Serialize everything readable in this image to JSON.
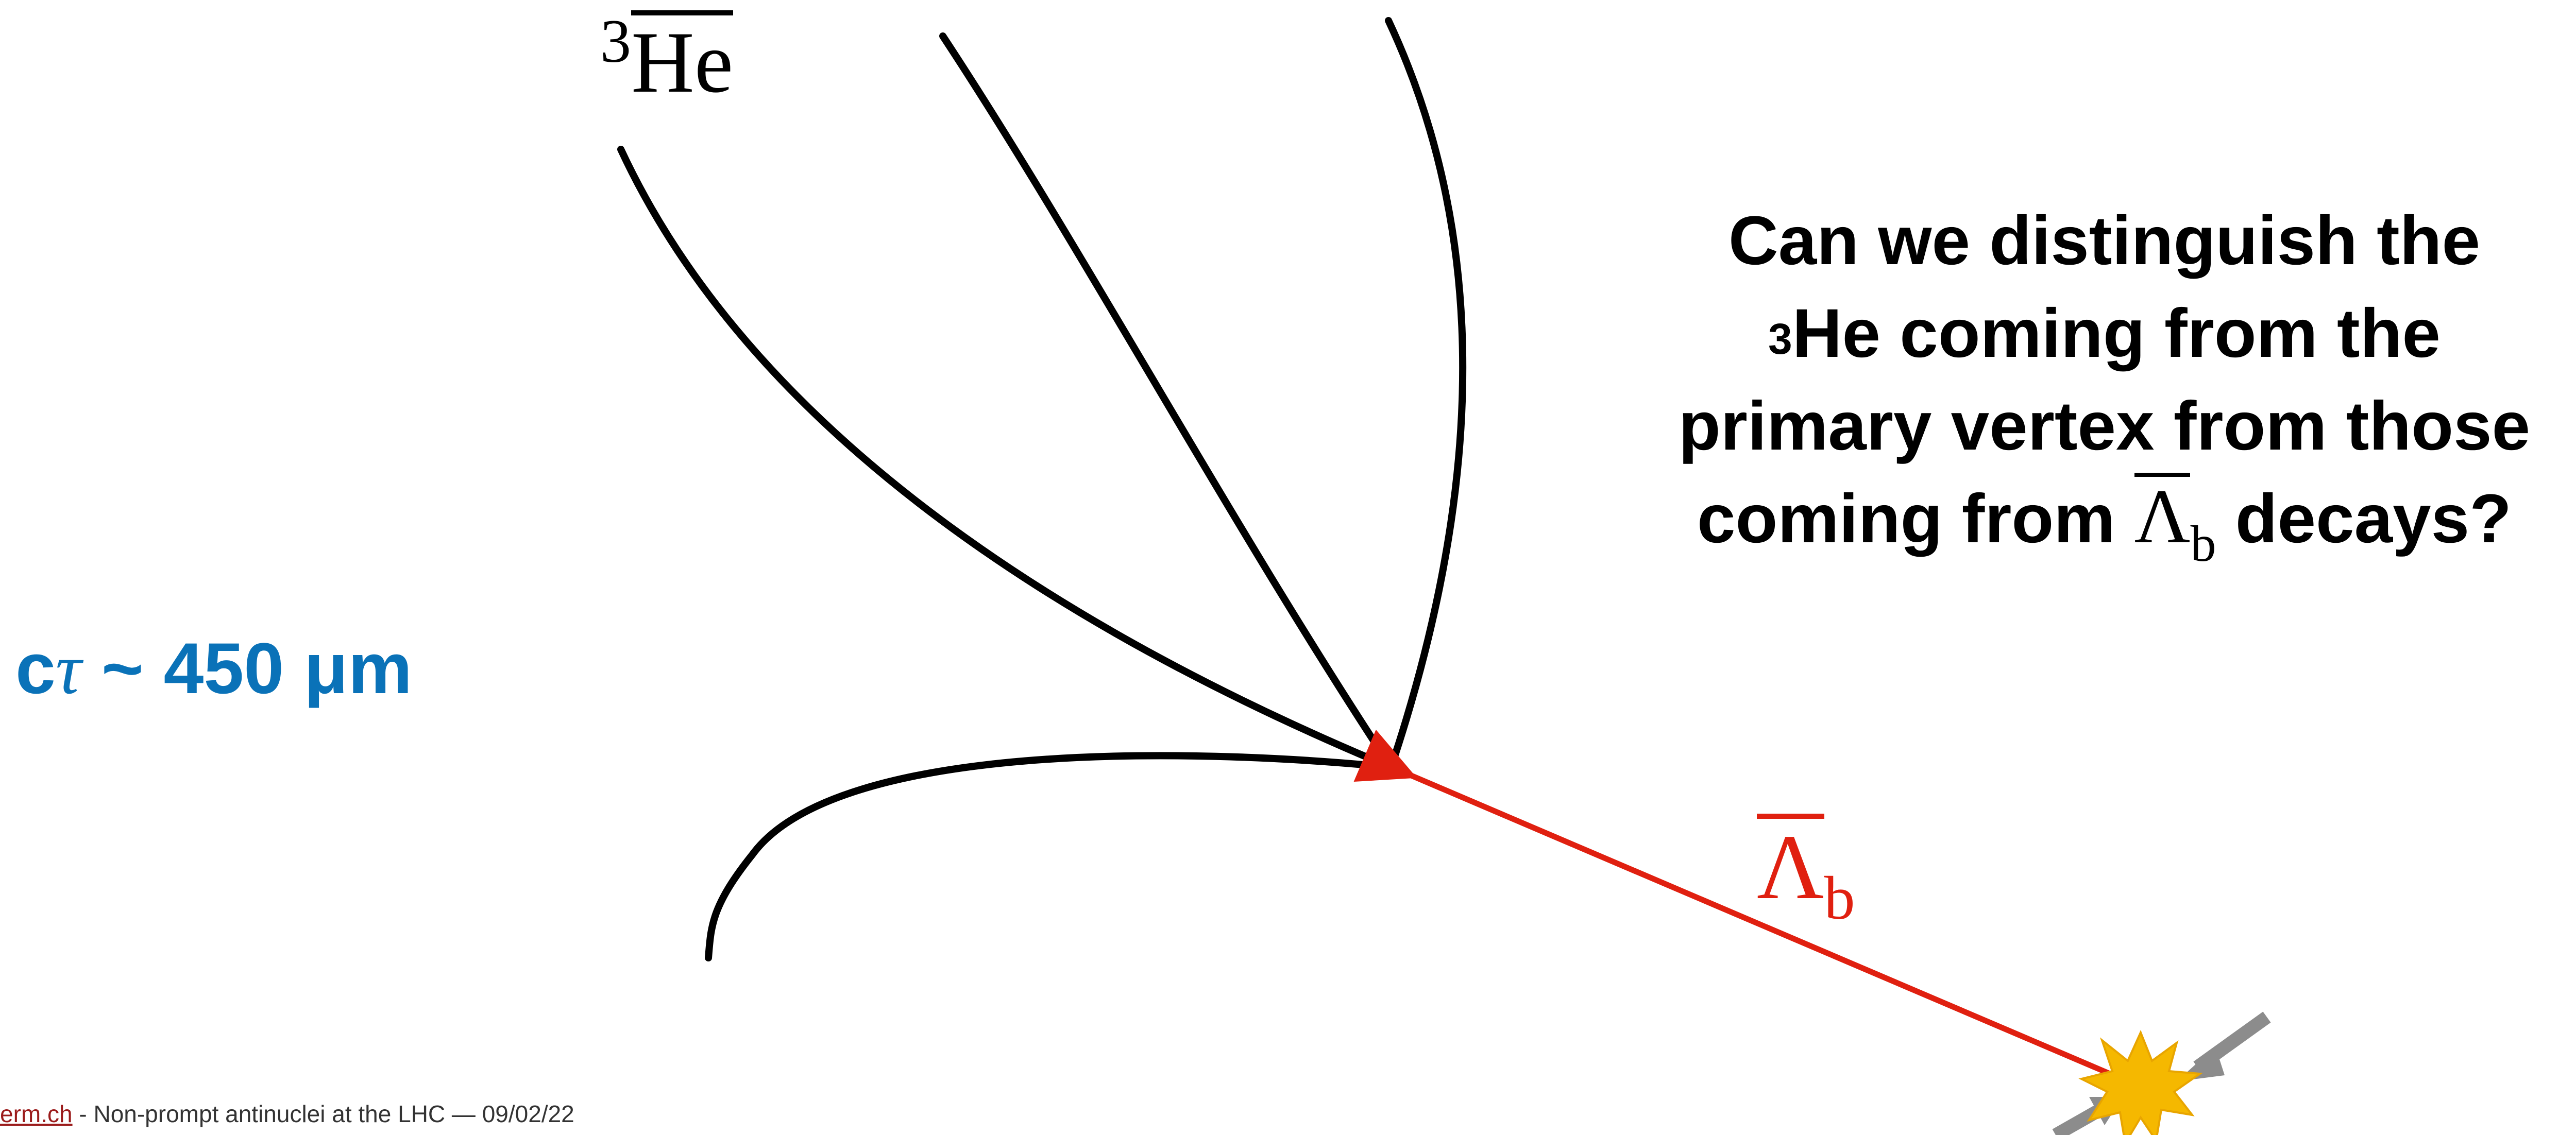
{
  "labels": {
    "he3_superscript": "3",
    "he3_base": "He",
    "lambda_symbol": "Λ",
    "lambda_subscript": "b"
  },
  "question": {
    "line1": "Can we distinguish the",
    "line2_sup": "3",
    "line2_rest": "He coming from the",
    "line3": "primary vertex from those",
    "line4_prefix": "coming from ",
    "line4_symbol": "Λ",
    "line4_subscript": "b",
    "line4_suffix": " decays?"
  },
  "lifetime": {
    "prefix": "c",
    "tau": "τ",
    "rest": " ~ 450 μm"
  },
  "footer": {
    "link_text": "erm.ch",
    "rest": " - Non-prompt antinuclei at the LHC — 09/02/22"
  },
  "colors": {
    "tracks": "#000000",
    "lambda_track": "#e02010",
    "lifetime_text": "#0a72b8",
    "collision_star": "#f5b800",
    "beam_arrows": "#8c8c8c"
  },
  "icons": {
    "collision": "collision-star-icon",
    "beams": "beam-arrow-icon"
  }
}
